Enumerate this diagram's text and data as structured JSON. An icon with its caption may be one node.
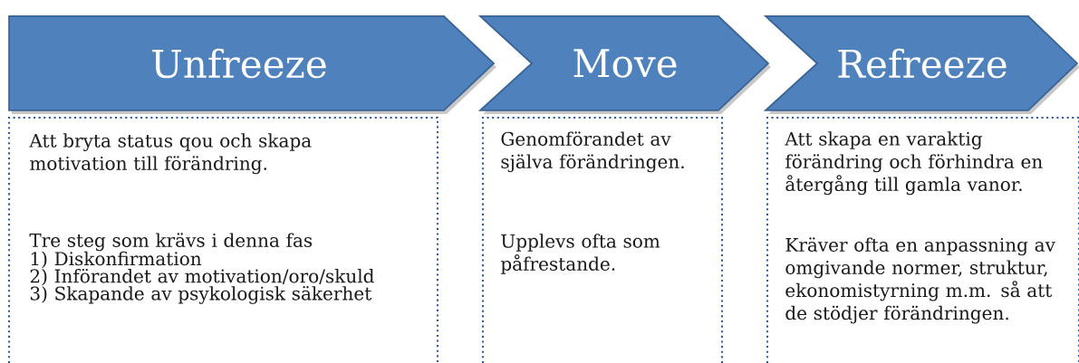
{
  "diagram": {
    "nodes": [
      {
        "text": [
          "Unfreeze"
        ]
      },
      {
        "text": [
          "Move"
        ]
      },
      {
        "text": [
          "Refreeze"
        ]
      },
      {
        "text": [
          "Att bryta status qou och skapa motivation till förändring.",
          "Tre steg som krävs i denna fas",
          "1) Diskonfirmation",
          "2) Införandet av motivation/oro/skuld",
          "3) Skapande av psykologisk säkerhet"
        ]
      },
      {
        "text": [
          "Genomförandet av själva förändringen.",
          "Upplevs ofta som påfrestande."
        ]
      },
      {
        "text": [
          "Att skapa en varaktig förändring och förhindra en återgång till gamla vanor.",
          "Kräver ofta en anpassning av omgivande normer, struktur, ekonomistyrning m.m. så att de stödjer förändringen."
        ]
      }
    ],
    "edges": []
  }
}
